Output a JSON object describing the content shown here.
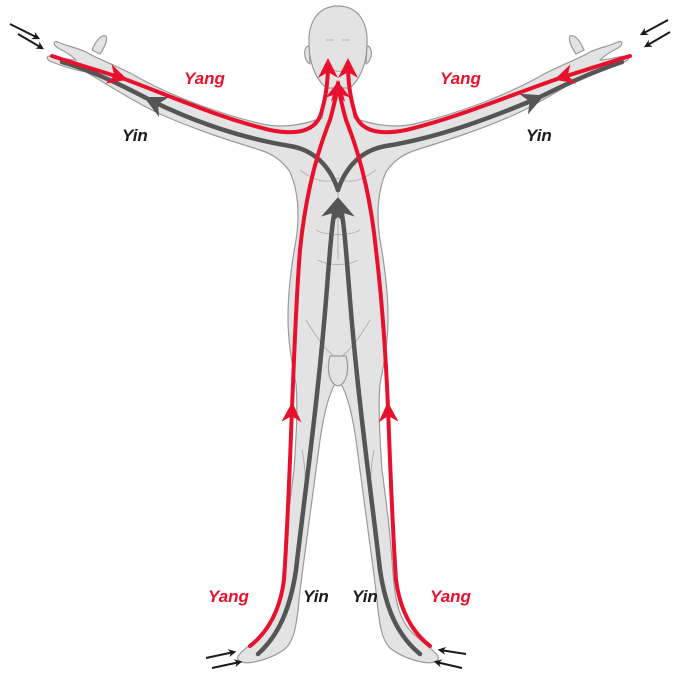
{
  "labels": {
    "yang_left_arm": "Yang",
    "yin_left_arm": "Yin",
    "yang_right_arm": "Yang",
    "yin_right_arm": "Yin",
    "yang_left_leg": "Yang",
    "yin_left_leg": "Yin",
    "yin_right_leg": "Yin",
    "yang_right_leg": "Yang"
  },
  "colors": {
    "yang": "#e8112d",
    "yin": "#555555",
    "body_fill": "#e3e3e3",
    "body_stroke": "#9a9a9a",
    "outer_arrow": "#1a1a1a"
  }
}
